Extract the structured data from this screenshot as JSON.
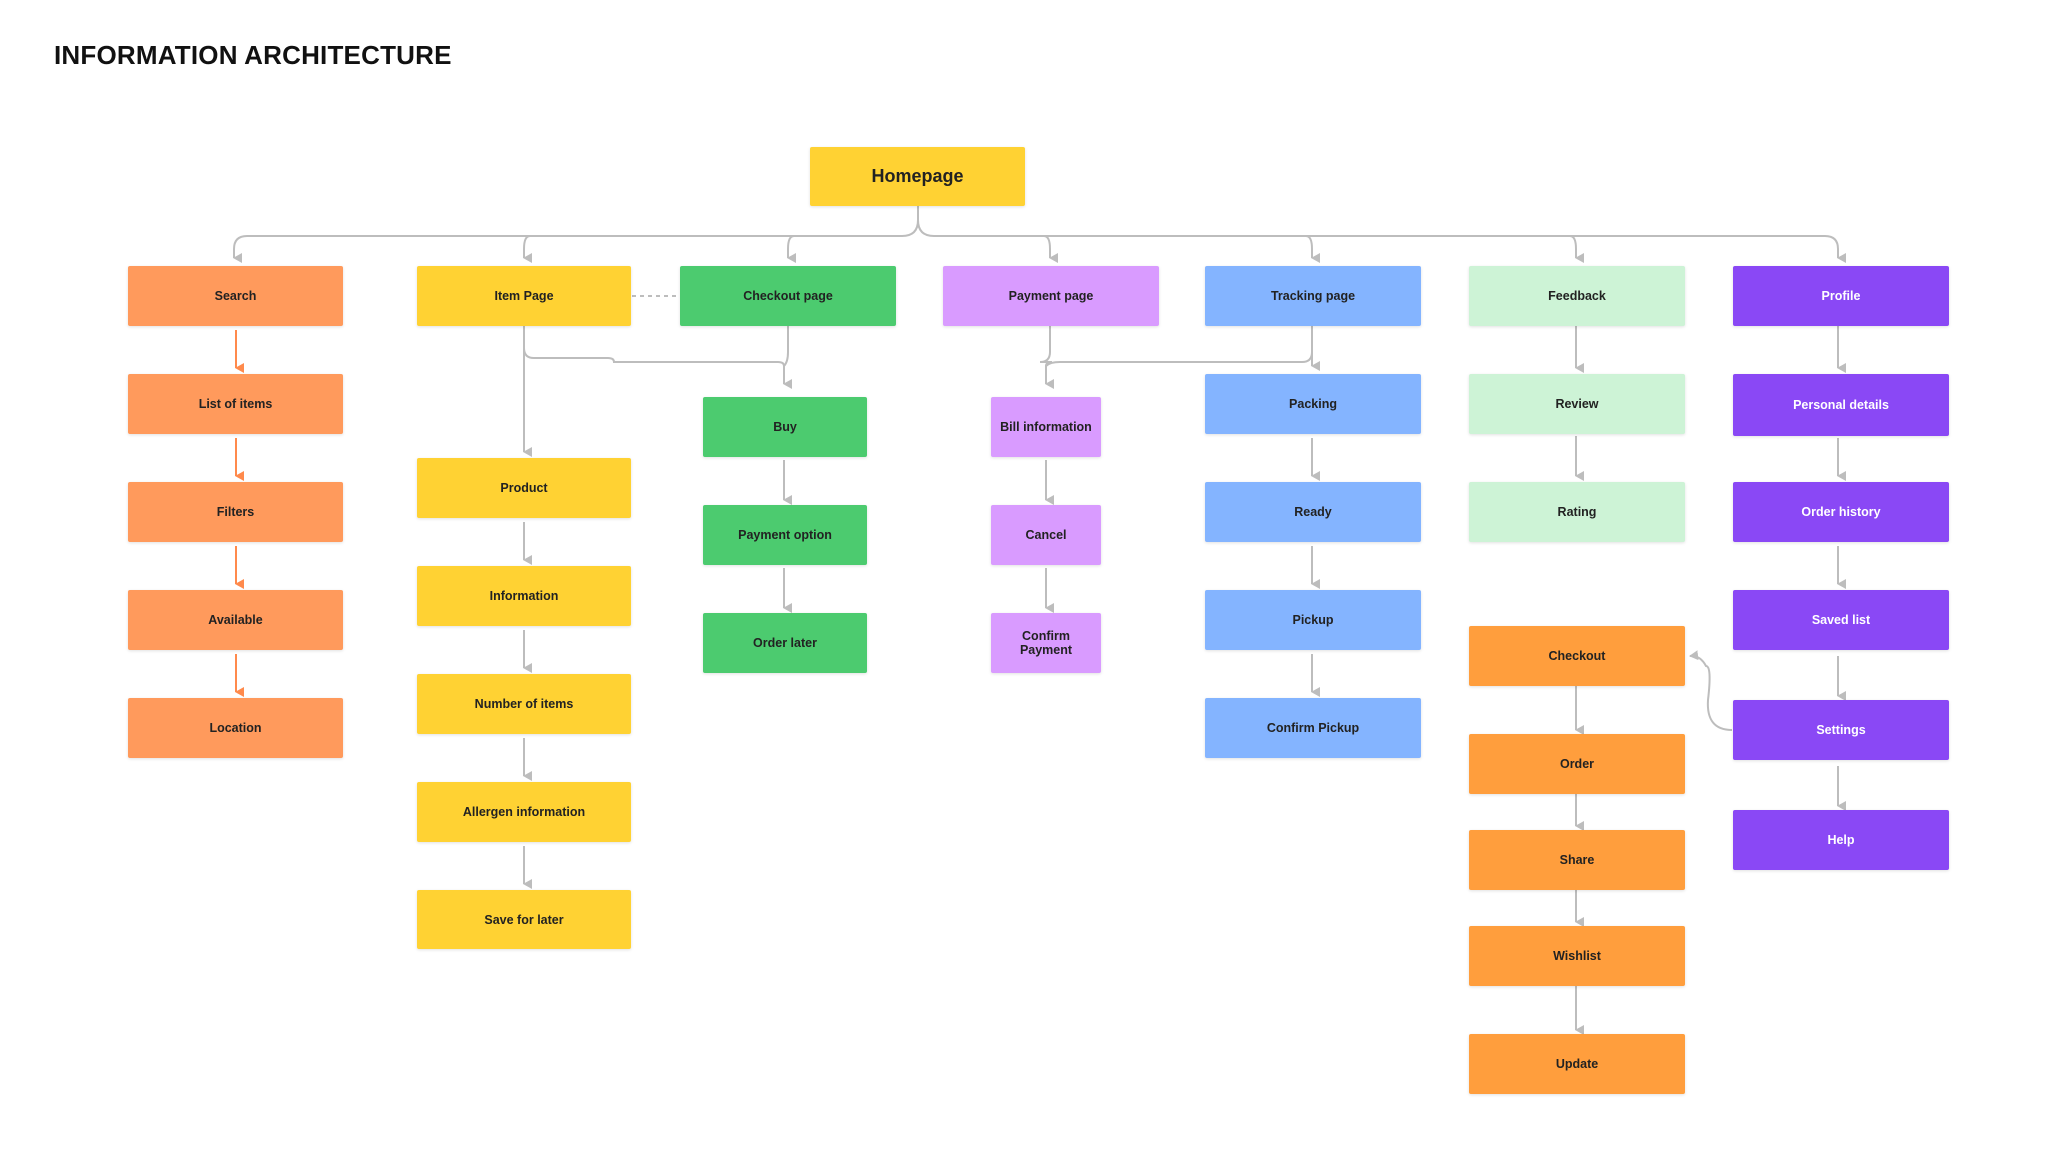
{
  "title": "INFORMATION ARCHITECTURE",
  "colors": {
    "search": "#FF9A5C",
    "item": "#FFD233",
    "checkout": "#4CCB6F",
    "payment": "#D99BFF",
    "tracking": "#84B4FF",
    "feedback": "#CDF3D6",
    "profile": "#8A48F5",
    "checkout_flow": "#FF9E3D",
    "connector": "#BDBDBD"
  },
  "homepage": "Homepage",
  "sections": {
    "search": {
      "label": "Search",
      "children": [
        "List of items",
        "Filters",
        "Available",
        "Location"
      ]
    },
    "item": {
      "label": "Item Page",
      "children": [
        "Product",
        "Information",
        "Number of items",
        "Allergen information",
        "Save for later"
      ]
    },
    "checkout": {
      "label": "Checkout page",
      "children": [
        "Buy",
        "Payment option",
        "Order later"
      ]
    },
    "payment": {
      "label": "Payment page",
      "children": [
        "Bill information",
        "Cancel",
        "Confirm Payment"
      ]
    },
    "tracking": {
      "label": "Tracking page",
      "children": [
        "Packing",
        "Ready",
        "Pickup",
        "Confirm Pickup"
      ]
    },
    "feedback": {
      "label": "Feedback",
      "children": [
        "Review",
        "Rating"
      ]
    },
    "profile": {
      "label": "Profile",
      "children": [
        "Personal details",
        "Order history",
        "Saved list",
        "Settings",
        "Help"
      ]
    },
    "checkout_flow": {
      "children": [
        "Checkout",
        "Order",
        "Share",
        "Wishlist",
        "Update"
      ]
    }
  }
}
